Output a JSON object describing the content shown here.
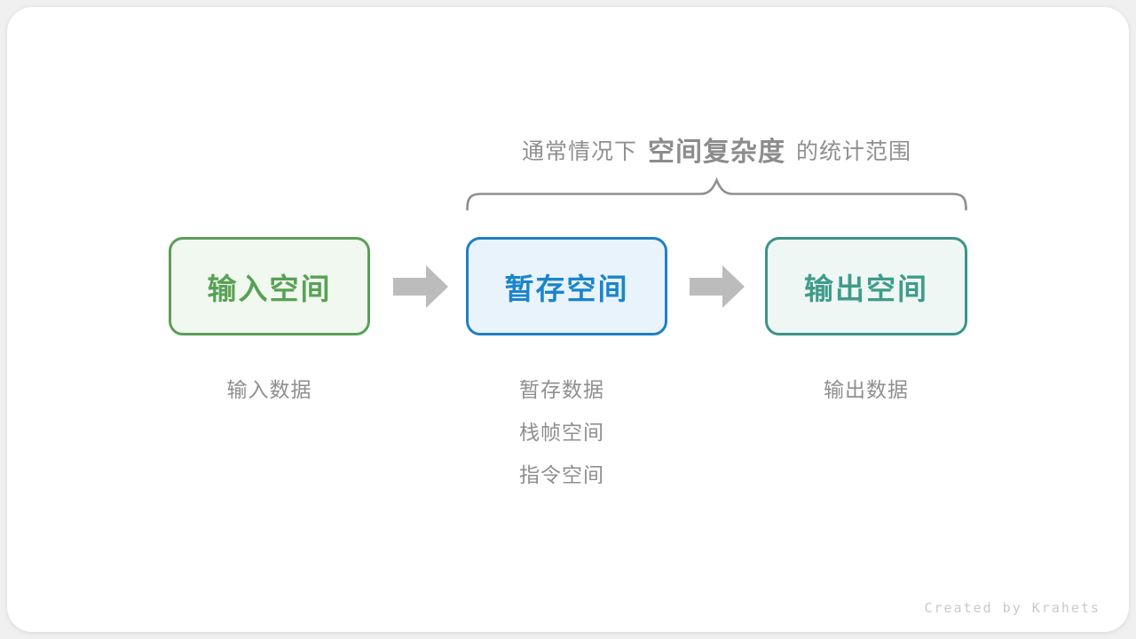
{
  "title": {
    "prefix": "通常情况下",
    "highlight": "空间复杂度",
    "suffix": "的统计范围"
  },
  "boxes": [
    {
      "id": "input-space",
      "label": "输入空间",
      "border_color": "#5b9e58",
      "bg_color": "#f1f8ef",
      "text_color": "#58a156"
    },
    {
      "id": "buffer-space",
      "label": "暂存空间",
      "border_color": "#1f7fc4",
      "bg_color": "#e9f3fb",
      "text_color": "#1a85cc"
    },
    {
      "id": "output-space",
      "label": "输出空间",
      "border_color": "#3a9488",
      "bg_color": "#eff7f5",
      "text_color": "#3f9c89"
    }
  ],
  "sublabels": {
    "input": "输入数据",
    "buffer": [
      "暂存数据",
      "栈帧空间",
      "指令空间"
    ],
    "output": "输出数据"
  },
  "colors": {
    "arrow": "#bcbcbc",
    "brace": "#8f8f8f",
    "title_text": "#8f8f8f",
    "sublabel_text": "#8f8f8f",
    "card_bg": "#ffffff",
    "page_bg": "#f0f0f0",
    "credit_text": "#c9c9c9"
  },
  "footer": {
    "credit": "Created by Krahets"
  }
}
